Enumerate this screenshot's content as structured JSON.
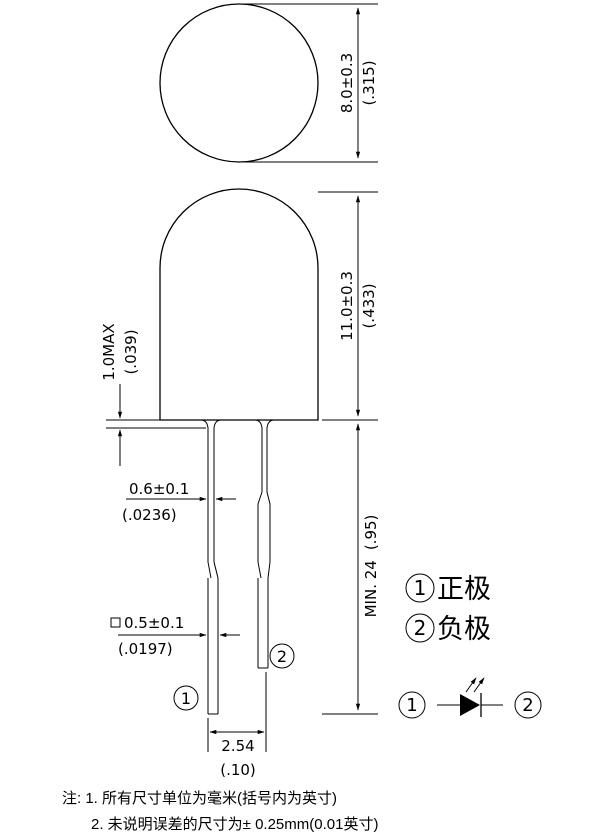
{
  "dimensions": {
    "diameter": "8.0±0.3",
    "diameter_inch": "(.315)",
    "body_height": "11.0±0.3",
    "body_height_inch": "(.433)",
    "flange": "1.0MAX",
    "flange_inch": "(.039)",
    "lead_width_top": "0.6±0.1",
    "lead_width_top_inch": "(.0236)",
    "lead_square": "0.5±0.1",
    "lead_square_inch": "(.0197)",
    "lead_length": "MIN. 24",
    "lead_length_inch": "(.95)",
    "pitch": "2.54",
    "pitch_inch": "(.10)"
  },
  "pins": {
    "pin1_marker": "1",
    "pin2_marker": "2",
    "pin1_label": "正极",
    "pin2_label": "负极"
  },
  "notes": {
    "line1": "注: 1. 所有尺寸单位为毫米(括号内为英寸)",
    "line2": "2. 未说明误差的尺寸为± 0.25mm(0.01英寸)"
  }
}
